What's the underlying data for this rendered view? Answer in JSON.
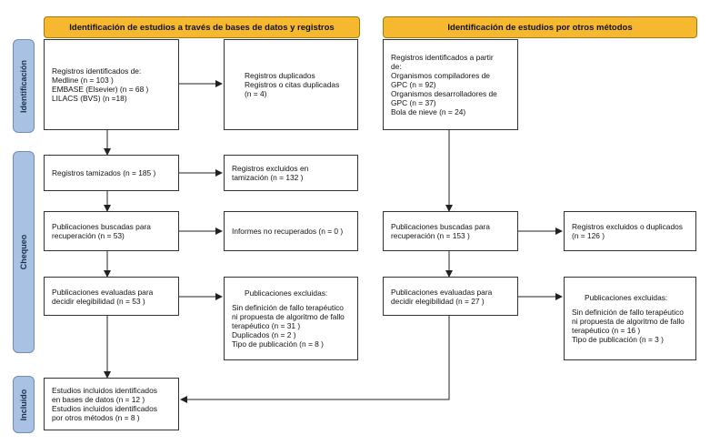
{
  "headers": {
    "left": "Identificación de estudios a través de bases de datos y registros",
    "right": "Identificación de estudios por otros métodos"
  },
  "stages": {
    "identificacion": "Identificación",
    "chequeo": "Chequeo",
    "incluido": "Incluido"
  },
  "boxes": {
    "db_registros": [
      "Registros identificados de:",
      "Medline (n = 103 )",
      "EMBASE (Elsevier) (n = 68 )",
      "LILACS (BVS) (n =18)"
    ],
    "duplicados": [
      "Registros duplicados",
      "Registros o citas duplicadas",
      "(n = 4)"
    ],
    "otros_registros": [
      "Registros identificados a partir",
      "de:",
      "Organismos compiladores de",
      "GPC (n = 92)",
      "Organismos desarrolladores de",
      "GPC (n = 37)",
      "Bola de nieve (n = 24)"
    ],
    "tamizados": [
      "Registros tamizados (n = 185 )"
    ],
    "excluidos_tamizacion": [
      "Registros excluidos en",
      "tamización  (n = 132 )"
    ],
    "buscadas_db": [
      "Publicaciones buscadas para",
      "recuperación  (n = 53)"
    ],
    "no_recuperados": [
      "Informes no recuperados (n = 0 )"
    ],
    "buscadas_otros": [
      "Publicaciones buscadas para",
      "recuperación  (n = 153 )"
    ],
    "excluidos_duplicados": [
      "Registros excluidos o duplicados",
      "(n = 126 )"
    ],
    "evaluadas_db": [
      "Publicaciones evaluadas para",
      "decidir elegibilidad (n = 53 )"
    ],
    "excluidas_db": [
      "Publicaciones excluidas:",
      "",
      "Sin definición de fallo terapéutico",
      "ni propuesta de algoritmo de fallo",
      "terapéutico (n = 31 )",
      "Duplicados (n = 2 )",
      "Tipo de publicación (n = 8 )"
    ],
    "evaluadas_otros": [
      "Publicaciones evaluadas para",
      "decidir elegibilidad (n = 27 )"
    ],
    "excluidas_otros": [
      "Publicaciones excluidas:",
      "",
      "Sin definición de fallo terapéutico",
      "ni propuesta de algoritmo de fallo",
      "terapéutico (n = 16 )",
      "Tipo de publicación (n = 3 )"
    ],
    "incluidos": [
      "Estudios incluidos identificados",
      "en bases de datos  (n = 12 )",
      "Estudios incluidos identificados",
      "por otros métodos  (n = 8 )"
    ]
  }
}
